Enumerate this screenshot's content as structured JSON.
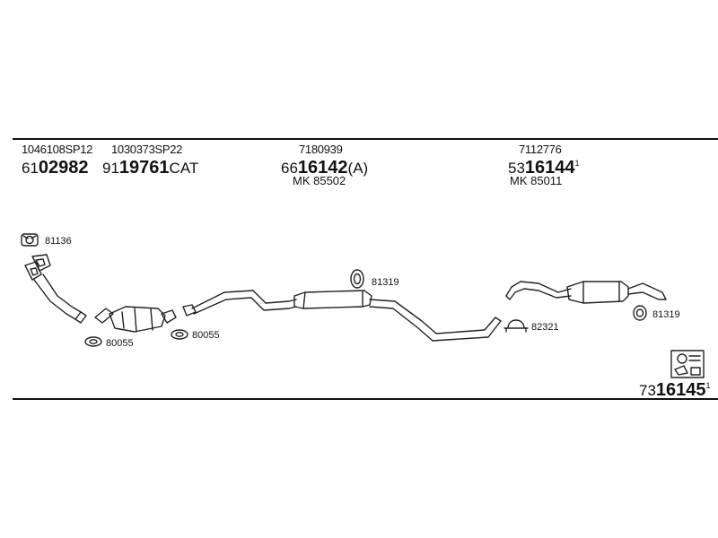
{
  "header_parts": [
    {
      "ref": "1046108SP12",
      "prefix": "61",
      "bold": "02982",
      "suffix": "",
      "sup": ""
    },
    {
      "ref": "1030373SP22",
      "prefix": "91",
      "bold": "19761",
      "suffix": "CAT",
      "sup": ""
    },
    {
      "ref": "7180939",
      "prefix": "66",
      "bold": "16142",
      "suffix": "(A)",
      "sup": "",
      "mk": "MK  85502"
    },
    {
      "ref": "7112776",
      "prefix": "53",
      "bold": "16144",
      "suffix": "",
      "sup": "1",
      "mk": "MK  85011"
    }
  ],
  "clip_labels": {
    "c1": "81136",
    "c2": "80055",
    "c3": "80055",
    "c4": "81319",
    "c5": "82321",
    "c6": "81319"
  },
  "kit": {
    "prefix": "73",
    "bold": "16145",
    "sup": "1",
    "icon": "fitting-kit-icon"
  }
}
